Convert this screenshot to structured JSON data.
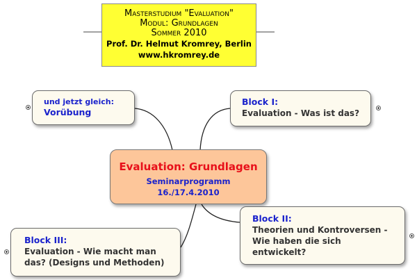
{
  "title_box": {
    "line1": "Masterstudium \"Evaluation\"",
    "line2": "Modul: Grundlagen",
    "line3": "Sommer 2010",
    "line4": "Prof. Dr. Helmut Kromrey, Berlin",
    "line5": "www.hkromrey.de"
  },
  "center": {
    "title": "Evaluation: Grundlagen",
    "subtitle": "Seminarprogramm",
    "date": "16./17.4.2010"
  },
  "nodes": {
    "vorubung": {
      "label": "und jetzt gleich:",
      "text": "Vorübung"
    },
    "block1": {
      "label": "Block I:",
      "text": "Evaluation - Was ist das?"
    },
    "block2": {
      "label": "Block II:",
      "text_line1": "Theorien und Kontroversen -",
      "text_line2": "Wie haben die sich",
      "text_line3": "entwickelt?"
    },
    "block3": {
      "label": "Block III:",
      "text_line1": "Evaluation - Wie macht man",
      "text_line2": "das? (Designs und Methoden)"
    }
  },
  "colors": {
    "title_bg": "#ffff33",
    "center_bg": "#fdc69a",
    "node_bg": "#fdfaee",
    "title_red": "#e8101a",
    "label_blue": "#1a22cc"
  }
}
